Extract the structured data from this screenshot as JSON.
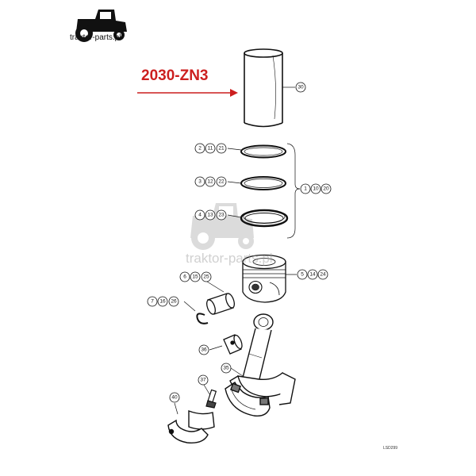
{
  "logo": {
    "text": "traktor-parts.pl",
    "icon": "tractor-icon"
  },
  "part_code": "2030-ZN3",
  "watermark": {
    "text": "traktor-parts.pl",
    "icon": "tractor-icon"
  },
  "drawing_id": "LSD299",
  "callouts": {
    "liner": "30",
    "ring_set": [
      "1",
      "10",
      "20"
    ],
    "ring_top": [
      "2",
      "11",
      "21"
    ],
    "ring_second": [
      "3",
      "12",
      "22"
    ],
    "ring_oil": [
      "4",
      "13",
      "23"
    ],
    "piston": [
      "5",
      "14",
      "24"
    ],
    "pin": [
      "6",
      "15",
      "25"
    ],
    "circlip": [
      "7",
      "16",
      "26"
    ],
    "small_end_bush": "36",
    "rod_bolt": "37",
    "connecting_rod": "35",
    "bearing_shells": "40"
  },
  "colors": {
    "accent": "#cc1f1f",
    "line": "#111111"
  }
}
